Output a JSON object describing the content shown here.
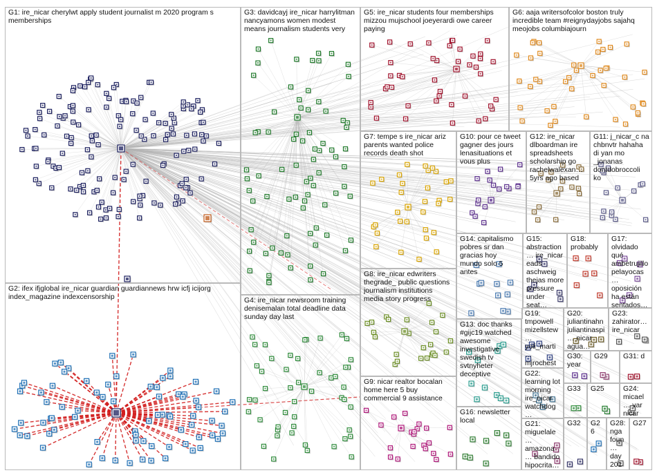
{
  "groups": [
    {
      "id": "G1",
      "label": "G1: ire_nicar cherylwt apply student journalist m 2020 program s memberships"
    },
    {
      "id": "G2",
      "label": "G2: ifex ifjglobal ire_nicar guardian guardiannews hrw icfj icijorg index_magazine indexcensorship"
    },
    {
      "id": "G3",
      "label": "G3: davidcayj ire_nicar harrylitman nancyamons women modest means journalism students very"
    },
    {
      "id": "G4",
      "label": "G4: ire_nicar newsroom training denisemalan total deadline data sunday day last"
    },
    {
      "id": "G5",
      "label": "G5: ire_nicar students four memberships mizzou mujschool joeyerardi owe career paying"
    },
    {
      "id": "G6",
      "label": "G6: aaja writersofcolor boston truly incredible team #reignydayjobs sajahq meojobs columbiajourn"
    },
    {
      "id": "G7",
      "label": "G7: tempe s ire_nicar ariz parents wanted police records death shot"
    },
    {
      "id": "G8",
      "label": "G8: ire_nicar edwriters thegrade_ public questions journalism institutions media story progress"
    },
    {
      "id": "G9",
      "label": "G9: nicar realtor bocalan home here 5 buy commercial 9 assistance"
    },
    {
      "id": "G10",
      "label": "G10: pour ce tweet gagner des jours lenasituations et vous plus"
    },
    {
      "id": "G11",
      "label": "G11: j_nicar_c na chbnvtr hahaha di yan mo _jonanas dontdobroccoli ko"
    },
    {
      "id": "G12",
      "label": "G12: ire_nicar dlboardman ire spreadsheets scholarship go rachelwalexan… 5yrs ago based"
    },
    {
      "id": "G13",
      "label": "G13: doc thanks #gijc19 watched awesome investigative swedish tv svtnyheter deceptive"
    },
    {
      "id": "G14",
      "label": "G14: capitalismo pobres sr dan gracias hoy mundo solo 5 antes"
    },
    {
      "id": "G15",
      "label": "G15: abstraction… ire_nicar eads aschweig thejas more pressure under seat…"
    },
    {
      "id": "G16",
      "label": "G16: newsletter local"
    },
    {
      "id": "G17",
      "label": "G17: olvidado qué ambetrujillo pelayocas… oposición ha están sentados…"
    },
    {
      "id": "G18",
      "label": "G18: probably"
    },
    {
      "id": "G19",
      "label": "G19: tmpowell mizellstew… yoli_marti… mjrochest… nicar…"
    },
    {
      "id": "G20",
      "label": "G20: juliantinahn juliantinaspi… nicar agua…"
    },
    {
      "id": "G21",
      "label": "G21: miguelale… amazona… bandido hipocrita…"
    },
    {
      "id": "G22",
      "label": "G22: learning lot morning ire_nicar watchdog…"
    },
    {
      "id": "G23",
      "label": "G23: zahirator… ire_nicar"
    },
    {
      "id": "G24",
      "label": "G24: micael… var nicar"
    },
    {
      "id": "G25",
      "label": "G25"
    },
    {
      "id": "G26",
      "label": "G26"
    },
    {
      "id": "G27",
      "label": "G27"
    },
    {
      "id": "G28",
      "label": "G28: nga foun… day 201…"
    },
    {
      "id": "G29",
      "label": "G29"
    },
    {
      "id": "G30",
      "label": "G30: year"
    },
    {
      "id": "G31",
      "label": "G31: d"
    },
    {
      "id": "G32",
      "label": "G32"
    },
    {
      "id": "G33",
      "label": "G33"
    }
  ],
  "palette": {
    "G1": "#1b1f5e",
    "G2": "#1d6fb5",
    "G3": "#1f7a2a",
    "G4": "#2e8b3a",
    "G5": "#a0112b",
    "G6": "#e08a1e",
    "G7": "#d9a400",
    "G8": "#6b8e23",
    "G9": "#b0177a",
    "G10": "#5a2d8c",
    "G11": "#5c5c8a",
    "G12": "#8a6d3b",
    "G13": "#2a9d8f",
    "G14": "#4a7ab0",
    "G15": "#3a3a6a",
    "G16": "#2f7d32",
    "G17": "#7a4b9a",
    "G18": "#c0392b",
    "G19": "#2c3e80",
    "G20": "#6d5d2a",
    "G21": "#8e3b6e",
    "G22": "#3b6e8e",
    "G23": "#555555",
    "G24": "#555555",
    "G25": "#1f7a2a",
    "G26": "#1d6fb5",
    "G27": "#a0112b",
    "G28": "#555555",
    "G29": "#8e3b6e",
    "G30": "#5a2d8c",
    "G31": "#a0112b",
    "G32": "#333366",
    "G33": "#2e8b3a",
    "edge": "#b4b4b4",
    "hub_edge": "#d21e1e"
  }
}
